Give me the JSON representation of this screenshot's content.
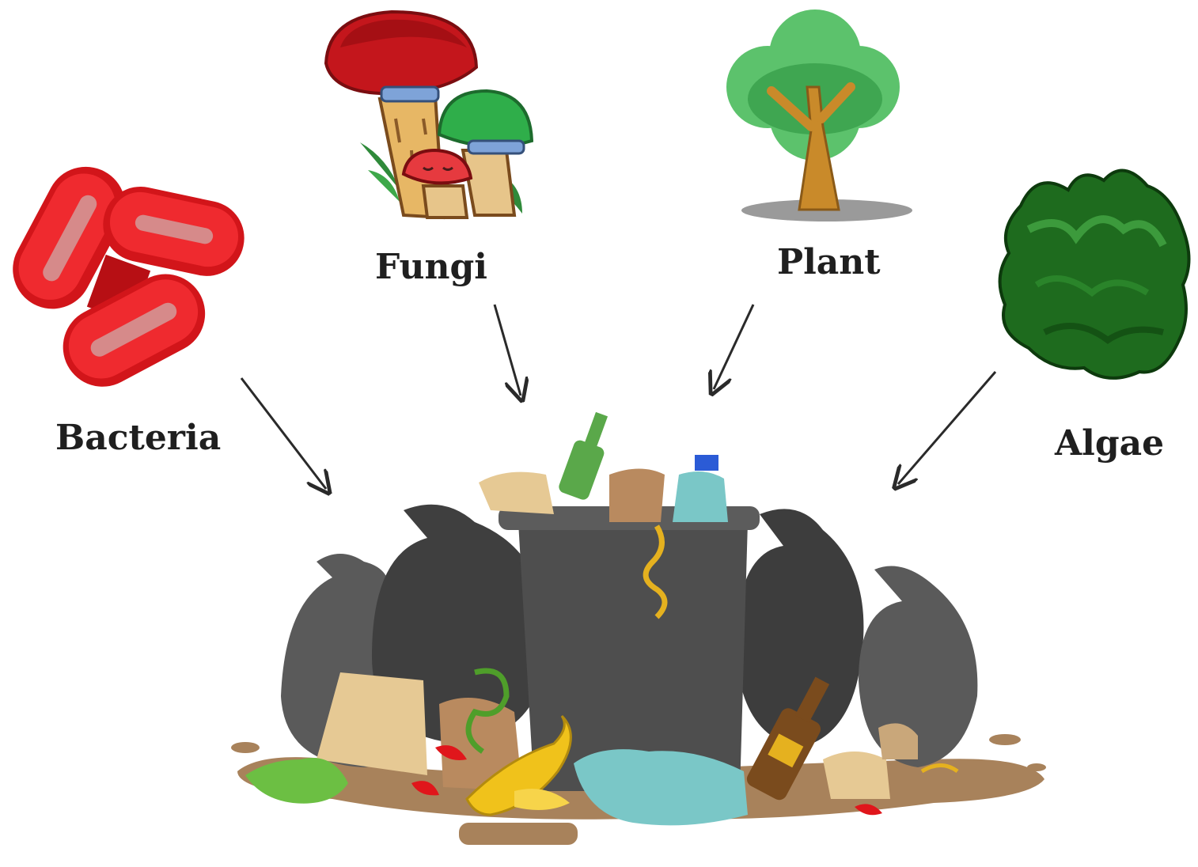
{
  "labels": {
    "bacteria": "Bacteria",
    "fungi": "Fungi",
    "plant": "Plant",
    "algae": "Algae"
  },
  "icons": [
    "bacteria-icon",
    "fungi-icon",
    "plant-icon",
    "algae-icon",
    "garbage-pile-icon"
  ],
  "colors": {
    "bacteria": "#e0161b",
    "fungi_cap_red": "#c4161c",
    "fungi_cap_green": "#2fae4a",
    "plant_leaf": "#5cc26c",
    "plant_trunk": "#c98a2a",
    "algae": "#1e6b1e",
    "bag_gray": "#5a5a5a",
    "arrow": "#2a2a2a"
  }
}
